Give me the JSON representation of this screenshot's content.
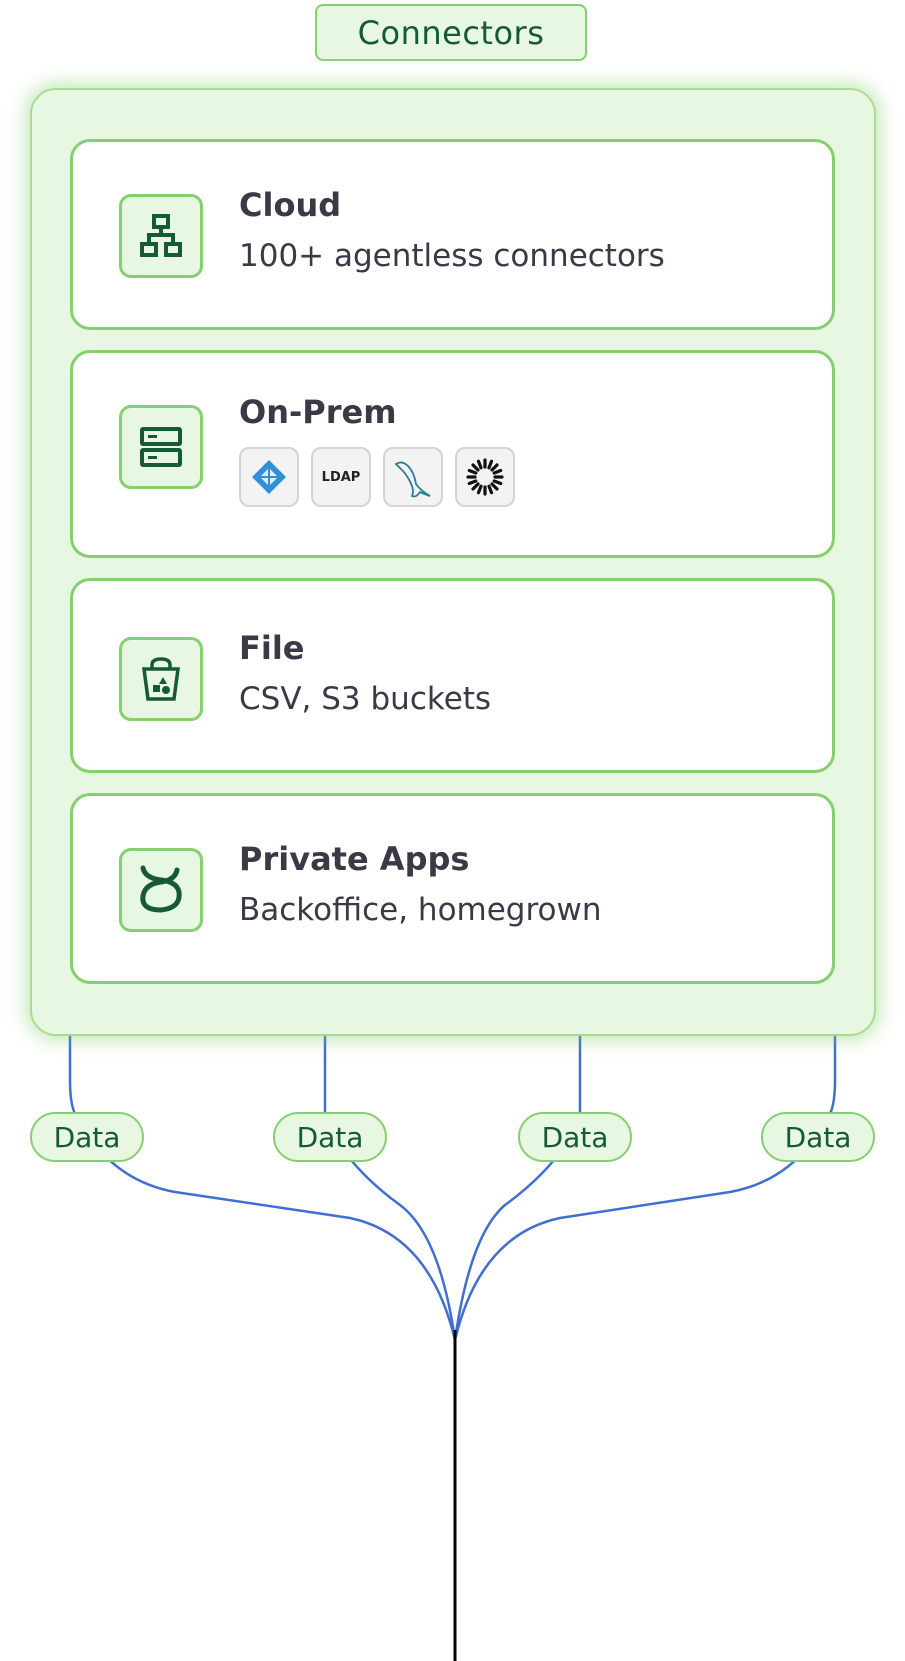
{
  "title": "Connectors",
  "cards": [
    {
      "title": "Cloud",
      "subtitle": "100+ agentless connectors",
      "icon": "hierarchy-icon"
    },
    {
      "title": "On-Prem",
      "icon": "server-icon",
      "logos": [
        {
          "icon": "active-directory-icon"
        },
        {
          "label": "LDAP",
          "icon": "ldap-icon"
        },
        {
          "icon": "mysql-icon"
        },
        {
          "icon": "sunburst-icon"
        }
      ]
    },
    {
      "title": "File",
      "subtitle": "CSV, S3 buckets",
      "icon": "bucket-icon"
    },
    {
      "title": "Private Apps",
      "subtitle": "Backoffice, homegrown",
      "icon": "private-apps-icon"
    }
  ],
  "data_labels": [
    "Data",
    "Data",
    "Data",
    "Data"
  ],
  "colors": {
    "pill_fill": "#e8f7e2",
    "pill_border": "#86cf6f",
    "pill_text": "#165a34",
    "card_text": "#393a46",
    "wire": "#3f6fd1",
    "trunk": "#000000"
  }
}
